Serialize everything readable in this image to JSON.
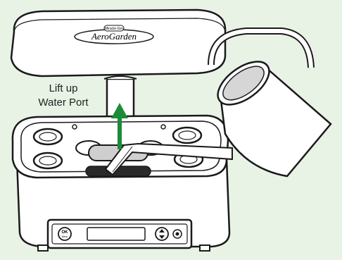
{
  "caption": {
    "line1": "Lift up",
    "line2": "Water Port"
  },
  "brand": {
    "badge": "Miracle-Gro",
    "logo": "AeroGarden"
  },
  "panel": {
    "ok_top": "OK",
    "ok_bottom": "Menu"
  },
  "colors": {
    "background": "#e8f3e5",
    "arrow": "#1b8b3a",
    "outline": "#1a1a1a",
    "fill": "#ffffff",
    "port_gray": "#cfcfcf",
    "dark": "#2a2a2a"
  }
}
